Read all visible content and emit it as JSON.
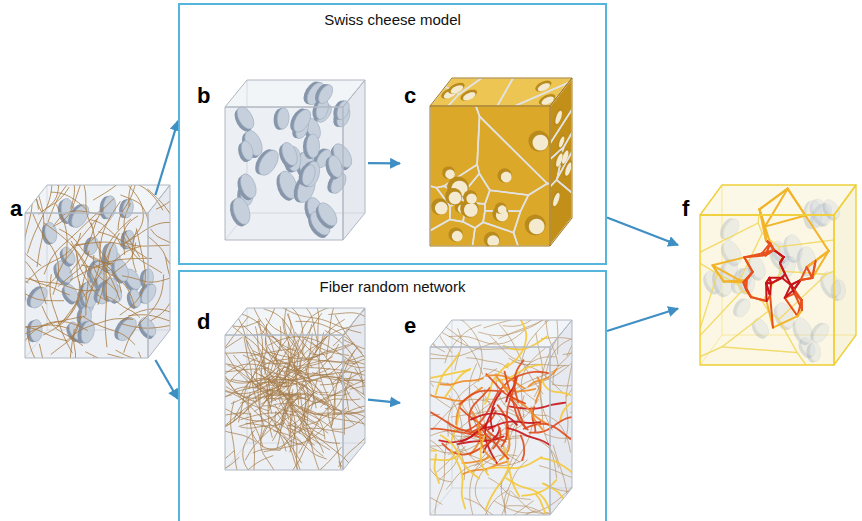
{
  "diagram": {
    "nodes": [
      {
        "text": [
          "a"
        ]
      },
      {
        "text": [
          "Swiss cheese model"
        ]
      },
      {
        "text": [
          "b"
        ],
        "in": 1
      },
      {
        "text": [
          "c"
        ],
        "in": 1
      },
      {
        "text": [
          "Fiber random network"
        ]
      },
      {
        "text": [
          "d"
        ],
        "in": 4
      },
      {
        "text": [
          "e"
        ],
        "in": 4
      },
      {
        "text": [
          "f"
        ]
      }
    ],
    "edges": [
      {
        "from": 0,
        "to": 1,
        "arrow": "to"
      },
      {
        "from": 0,
        "to": 4,
        "arrow": "to"
      },
      {
        "from": 2,
        "to": 3,
        "arrow": "to"
      },
      {
        "from": 5,
        "to": 6,
        "arrow": "to"
      },
      {
        "from": 1,
        "to": 7,
        "arrow": "to"
      },
      {
        "from": 4,
        "to": 7,
        "arrow": "to"
      }
    ]
  }
}
